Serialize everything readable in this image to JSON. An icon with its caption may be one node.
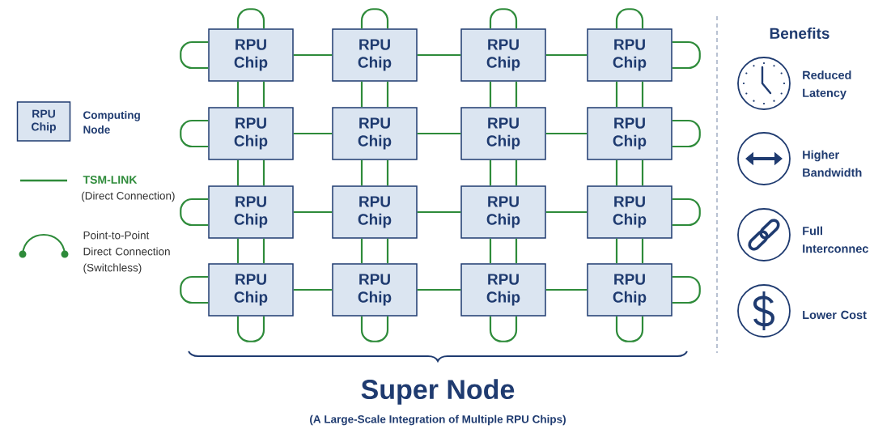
{
  "diagram": {
    "nodes": [
      {
        "text": [
          "RPU Chip"
        ]
      },
      {
        "text": [
          "RPU Chip"
        ]
      },
      {
        "text": [
          "RPU Chip"
        ]
      },
      {
        "text": [
          "RPU Chip"
        ]
      },
      {
        "text": [
          "RPU Chip"
        ]
      },
      {
        "text": [
          "RPU Chip"
        ]
      },
      {
        "text": [
          "RPU Chip"
        ]
      },
      {
        "text": [
          "RPU Chip"
        ]
      },
      {
        "text": [
          "RPU Chip"
        ]
      },
      {
        "text": [
          "RPU Chip"
        ]
      },
      {
        "text": [
          "RPU Chip"
        ]
      },
      {
        "text": [
          "RPU Chip"
        ]
      },
      {
        "text": [
          "RPU Chip"
        ]
      },
      {
        "text": [
          "RPU Chip"
        ]
      },
      {
        "text": [
          "RPU Chip"
        ]
      },
      {
        "text": [
          "RPU Chip"
        ]
      },
      {
        "text": [
          "RPU Chip"
        ],
        "beside": [
          "Computing Node"
        ]
      }
    ],
    "edges": [
      {
        "from": 0,
        "to": 0,
        "arrow": "none"
      },
      {
        "from": 0,
        "to": 0,
        "arrow": "none"
      },
      {
        "from": 1,
        "to": 1,
        "arrow": "none"
      },
      {
        "from": 2,
        "to": 2,
        "arrow": "none"
      },
      {
        "from": 3,
        "to": 3,
        "arrow": "none"
      },
      {
        "from": 3,
        "to": 3,
        "arrow": "none"
      },
      {
        "from": 0,
        "to": 1,
        "arrow": "none"
      },
      {
        "from": 1,
        "to": 2,
        "arrow": "none"
      },
      {
        "from": 2,
        "to": 3,
        "arrow": "none"
      },
      {
        "from": 0,
        "to": 4,
        "arrow": "none"
      },
      {
        "from": 0,
        "to": 4,
        "arrow": "none"
      },
      {
        "from": 1,
        "to": 5,
        "arrow": "none"
      },
      {
        "from": 1,
        "to": 5,
        "arrow": "none"
      },
      {
        "from": 2,
        "to": 6,
        "arrow": "none"
      },
      {
        "from": 2,
        "to": 6,
        "arrow": "none"
      },
      {
        "from": 3,
        "to": 7,
        "arrow": "none"
      },
      {
        "from": 3,
        "to": 7,
        "arrow": "none"
      },
      {
        "from": 4,
        "to": 4,
        "arrow": "none"
      },
      {
        "from": 7,
        "to": 7,
        "arrow": "none"
      },
      {
        "from": 4,
        "to": 5,
        "arrow": "none"
      },
      {
        "from": 5,
        "to": 6,
        "arrow": "none"
      },
      {
        "from": 6,
        "to": 7,
        "arrow": "none"
      },
      {
        "from": 4,
        "to": 8,
        "arrow": "none"
      },
      {
        "from": 4,
        "to": 8,
        "arrow": "none"
      },
      {
        "from": 5,
        "to": 9,
        "arrow": "none"
      },
      {
        "from": 5,
        "to": 9,
        "arrow": "none"
      },
      {
        "from": 6,
        "to": 10,
        "arrow": "none"
      },
      {
        "from": 6,
        "to": 10,
        "arrow": "none"
      },
      {
        "from": 7,
        "to": 11,
        "arrow": "none"
      },
      {
        "from": 7,
        "to": 11,
        "arrow": "none"
      },
      {
        "from": 8,
        "to": 8,
        "arrow": "none"
      },
      {
        "from": 11,
        "to": 11,
        "arrow": "none"
      },
      {
        "from": 8,
        "to": 9,
        "arrow": "none"
      },
      {
        "from": 9,
        "to": 10,
        "arrow": "none"
      },
      {
        "from": 10,
        "to": 11,
        "arrow": "none"
      },
      {
        "from": 8,
        "to": 12,
        "arrow": "none"
      },
      {
        "from": 8,
        "to": 12,
        "arrow": "none"
      },
      {
        "from": 9,
        "to": 13,
        "arrow": "none"
      },
      {
        "from": 9,
        "to": 13,
        "arrow": "none"
      },
      {
        "from": 10,
        "to": 14,
        "arrow": "none"
      },
      {
        "from": 10,
        "to": 14,
        "arrow": "none"
      },
      {
        "from": 11,
        "to": 15,
        "arrow": "none"
      },
      {
        "from": 11,
        "to": 15,
        "arrow": "none"
      },
      {
        "from": 12,
        "to": 12,
        "arrow": "none"
      },
      {
        "from": 12,
        "to": 12,
        "arrow": "none"
      },
      {
        "from": 15,
        "to": 15,
        "arrow": "none"
      },
      {
        "from": 15,
        "to": 15,
        "arrow": "none"
      },
      {
        "from": 12,
        "to": 13,
        "arrow": "none"
      },
      {
        "from": 13,
        "to": 14,
        "arrow": "none"
      },
      {
        "from": 14,
        "to": 15,
        "arrow": "none"
      },
      {
        "from": 13,
        "to": 13,
        "arrow": "none"
      },
      {
        "from": 14,
        "to": 14,
        "arrow": "none"
      }
    ],
    "labels": [
      "(Direct Connection)",
      "Benefits",
      "Reduced Latency",
      "Higher Bandwidth",
      "Full Interconnec",
      "Lower Cost",
      "Super Node",
      "(A Large-Scale Integration of Multiple RPU Chips)"
    ],
    "legend": [
      {
        "text": "TSM-LINK"
      },
      {
        "text": "Point-to-Point Direct Connection (Switchless)"
      }
    ]
  }
}
